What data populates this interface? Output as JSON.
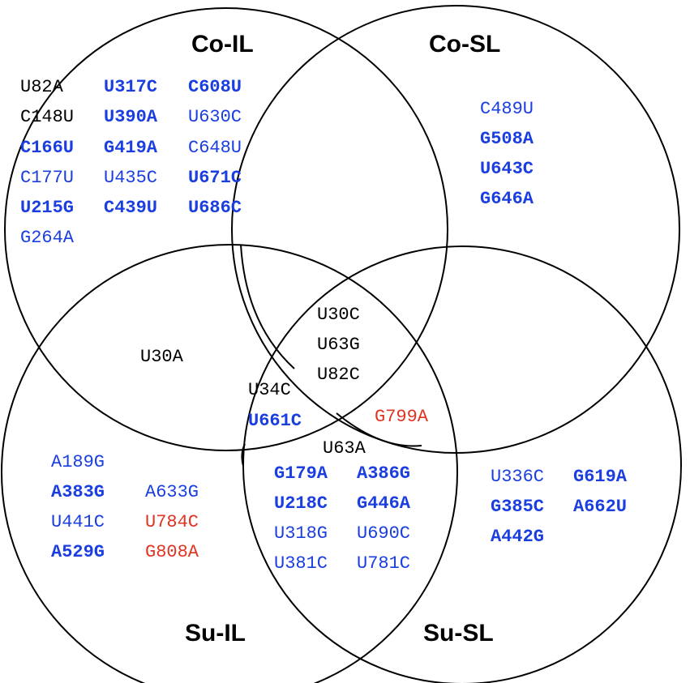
{
  "colors": {
    "black": "#000000",
    "blue": "#1a3ee0",
    "red": "#e03423"
  },
  "sets": [
    {
      "name": "Co-IL"
    },
    {
      "name": "Co-SL"
    },
    {
      "name": "Su-IL"
    },
    {
      "name": "Su-SL"
    }
  ],
  "regions": {
    "co_il_only": [
      {
        "text": "U82A",
        "color": "black",
        "bold": false
      },
      {
        "text": "U317C",
        "color": "blue",
        "bold": true
      },
      {
        "text": "C608U",
        "color": "blue",
        "bold": true
      },
      {
        "text": "C148U",
        "color": "black",
        "bold": false
      },
      {
        "text": "U390A",
        "color": "blue",
        "bold": true
      },
      {
        "text": "U630C",
        "color": "blue",
        "bold": false
      },
      {
        "text": "C166U",
        "color": "blue",
        "bold": true
      },
      {
        "text": "G419A",
        "color": "blue",
        "bold": true
      },
      {
        "text": "C648U",
        "color": "blue",
        "bold": false
      },
      {
        "text": "C177U",
        "color": "blue",
        "bold": false
      },
      {
        "text": "U435C",
        "color": "blue",
        "bold": false
      },
      {
        "text": "U671C",
        "color": "blue",
        "bold": true
      },
      {
        "text": "U215G",
        "color": "blue",
        "bold": true
      },
      {
        "text": "C439U",
        "color": "blue",
        "bold": true
      },
      {
        "text": "U686C",
        "color": "blue",
        "bold": true
      },
      {
        "text": "G264A",
        "color": "blue",
        "bold": false
      }
    ],
    "co_sl_only": [
      {
        "text": "C489U",
        "color": "blue",
        "bold": false
      },
      {
        "text": "G508A",
        "color": "blue",
        "bold": true
      },
      {
        "text": "U643C",
        "color": "blue",
        "bold": true
      },
      {
        "text": "G646A",
        "color": "blue",
        "bold": true
      }
    ],
    "co_il_su_il": [
      {
        "text": "U30A",
        "color": "black",
        "bold": false
      }
    ],
    "all_four": [
      {
        "text": "U30C",
        "color": "black",
        "bold": false
      },
      {
        "text": "U63G",
        "color": "black",
        "bold": false
      },
      {
        "text": "U82C",
        "color": "black",
        "bold": false
      }
    ],
    "co_il_su_il_su_sl": [
      {
        "text": "U34C",
        "color": "black",
        "bold": false
      },
      {
        "text": "U661C",
        "color": "blue",
        "bold": true
      }
    ],
    "co_sl_su_il_su_sl": [
      {
        "text": "G799A",
        "color": "red",
        "bold": false
      }
    ],
    "su_il_su_sl": [
      {
        "text": "U63A",
        "color": "black",
        "bold": false
      },
      {
        "text": "G179A",
        "color": "blue",
        "bold": true
      },
      {
        "text": "A386G",
        "color": "blue",
        "bold": true
      },
      {
        "text": "U218C",
        "color": "blue",
        "bold": true
      },
      {
        "text": "G446A",
        "color": "blue",
        "bold": true
      },
      {
        "text": "U318G",
        "color": "blue",
        "bold": false
      },
      {
        "text": "U690C",
        "color": "blue",
        "bold": false
      },
      {
        "text": "U381C",
        "color": "blue",
        "bold": false
      },
      {
        "text": "U781C",
        "color": "blue",
        "bold": false
      }
    ],
    "su_il_only": [
      {
        "text": "A189G",
        "color": "blue",
        "bold": false
      },
      {
        "text": "A383G",
        "color": "blue",
        "bold": true
      },
      {
        "text": "A633G",
        "color": "blue",
        "bold": false
      },
      {
        "text": "U441C",
        "color": "blue",
        "bold": false
      },
      {
        "text": "U784C",
        "color": "red",
        "bold": false
      },
      {
        "text": "A529G",
        "color": "blue",
        "bold": true
      },
      {
        "text": "G808A",
        "color": "red",
        "bold": false
      }
    ],
    "su_sl_only": [
      {
        "text": "U336C",
        "color": "blue",
        "bold": false
      },
      {
        "text": "G619A",
        "color": "blue",
        "bold": true
      },
      {
        "text": "G385C",
        "color": "blue",
        "bold": true
      },
      {
        "text": "A662U",
        "color": "blue",
        "bold": true
      },
      {
        "text": "A442G",
        "color": "blue",
        "bold": true
      }
    ]
  }
}
